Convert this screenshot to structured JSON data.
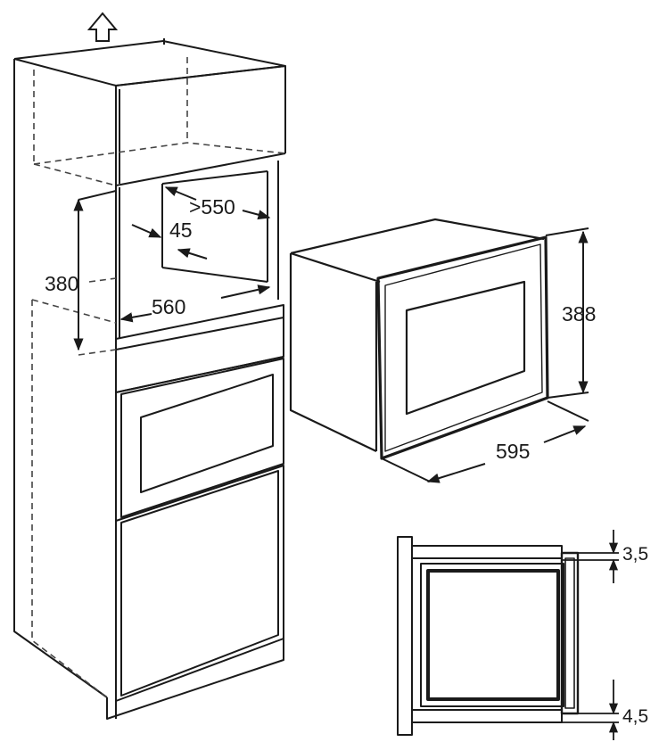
{
  "diagram": {
    "cabinet_labels": {
      "height_opening": "380",
      "depth_opening": ">550",
      "inset": "45",
      "width_opening": "560"
    },
    "appliance_labels": {
      "height": "388",
      "width": "595"
    },
    "section_labels": {
      "top_gap": "3,5",
      "bottom_gap": "4,5"
    },
    "icons": {
      "direction": "arrow-up-icon"
    },
    "colors": {
      "line": "#1a1a1a",
      "dashed": "#444444",
      "fill": "#ffffff"
    }
  }
}
